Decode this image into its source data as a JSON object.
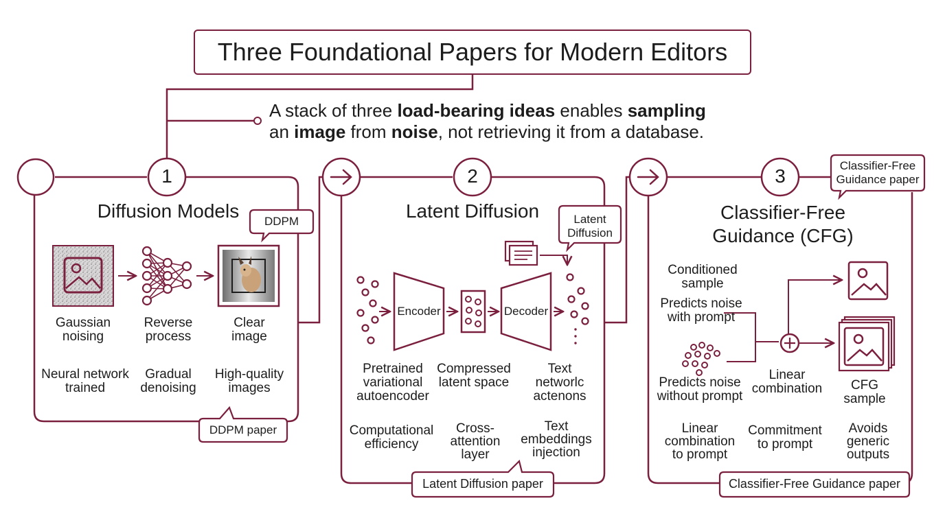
{
  "title": "Three Foundational Papers for Modern Editors",
  "thesis": {
    "line1": [
      "A stack of three ",
      "load-bearing ideas",
      " enables ",
      "sampling"
    ],
    "line2": [
      "an ",
      "image",
      " from ",
      "noise",
      ", not retrieving it from a database."
    ]
  },
  "panels": [
    {
      "number": "1",
      "title": "Diffusion Models",
      "callout": "DDPM",
      "stage_labels": [
        [
          "Gaussian",
          "noising"
        ],
        [
          "Reverse",
          "process"
        ],
        [
          "Clear",
          "image"
        ]
      ],
      "notes": [
        [
          "Neural network",
          "trained"
        ],
        [
          "Gradual",
          "denoising"
        ],
        [
          "High-quality",
          "images"
        ]
      ],
      "footer": "DDPM paper"
    },
    {
      "number": "2",
      "title": "Latent Diffusion",
      "callout": [
        "Latent",
        "Diffusion"
      ],
      "encoder_label": "Encoder",
      "decoder_label": "Decoder",
      "stage_labels": [
        [
          "Pretrained",
          "variational",
          "autoencoder"
        ],
        [
          "Compressed",
          "latent space"
        ],
        [
          "Text",
          "networlc",
          "actenons"
        ]
      ],
      "notes": [
        [
          "Computational",
          "efficiency"
        ],
        [
          "Cross-",
          "attention",
          "layer"
        ],
        [
          "Text",
          "embeddings",
          "injection"
        ]
      ],
      "footer": "Latent Diffusion paper"
    },
    {
      "number": "3",
      "title": [
        "Classifier-Free",
        "Guidance (CFG)"
      ],
      "callout": [
        "Classifier-Free",
        "Guidance paper"
      ],
      "labels": {
        "conditioned": [
          "Conditioned",
          "sample"
        ],
        "with_prompt": [
          "Predicts noise",
          "with prompt"
        ],
        "without_prompt": [
          "Predicts noise",
          "without prompt"
        ],
        "linear_combination": [
          "Linear",
          "combination"
        ],
        "cfg_sample": [
          "CFG",
          "sample"
        ]
      },
      "notes": [
        [
          "Linear",
          "combination",
          "to prompt"
        ],
        [
          "Commitment",
          "to prompt"
        ],
        [
          "Avoids",
          "generic",
          "outputs"
        ]
      ],
      "footer": "Classifier-Free Guidance paper"
    }
  ],
  "colors": {
    "accent": "#7a1f3d",
    "text": "#1c1c1c",
    "background": "#ffffff"
  }
}
